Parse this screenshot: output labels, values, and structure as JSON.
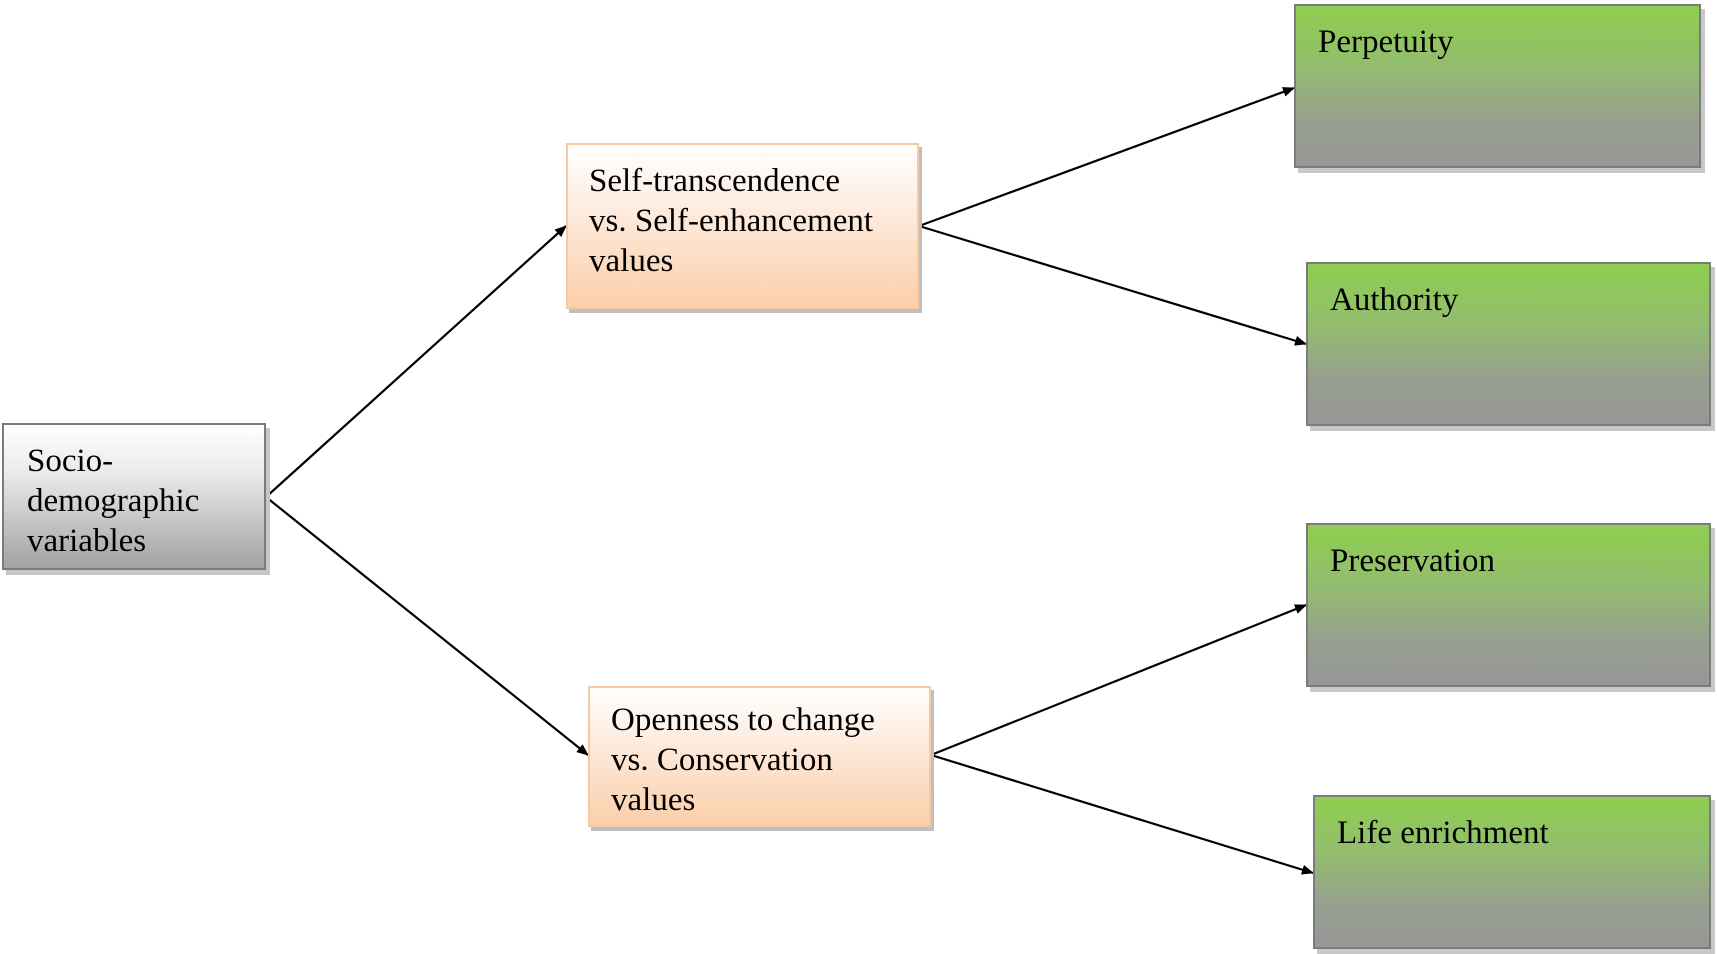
{
  "diagram": {
    "nodes": {
      "socio": {
        "lines": [
          "Socio-",
          "demographic",
          "variables"
        ]
      },
      "self": {
        "lines": [
          "Self-transcendence",
          "vs. Self-enhancement",
          "values"
        ]
      },
      "openness": {
        "lines": [
          "Openness to change",
          "vs. Conservation",
          "values"
        ]
      },
      "perpetuity": {
        "label": "Perpetuity"
      },
      "authority": {
        "label": "Authority"
      },
      "preservation": {
        "label": "Preservation"
      },
      "life": {
        "label": "Life enrichment"
      }
    },
    "edges": [
      {
        "from": "socio",
        "to": "self"
      },
      {
        "from": "socio",
        "to": "openness"
      },
      {
        "from": "self",
        "to": "perpetuity"
      },
      {
        "from": "self",
        "to": "authority"
      },
      {
        "from": "openness",
        "to": "preservation"
      },
      {
        "from": "openness",
        "to": "life"
      }
    ],
    "colors": {
      "source_fill": "#a2a2a2",
      "mediator_fill": "#fbcfa9",
      "mediator_border": "#f5c9a2",
      "outcome_fill_top": "#8ece4f",
      "outcome_fill_bottom": "#979797",
      "arrow": "#000000"
    }
  }
}
